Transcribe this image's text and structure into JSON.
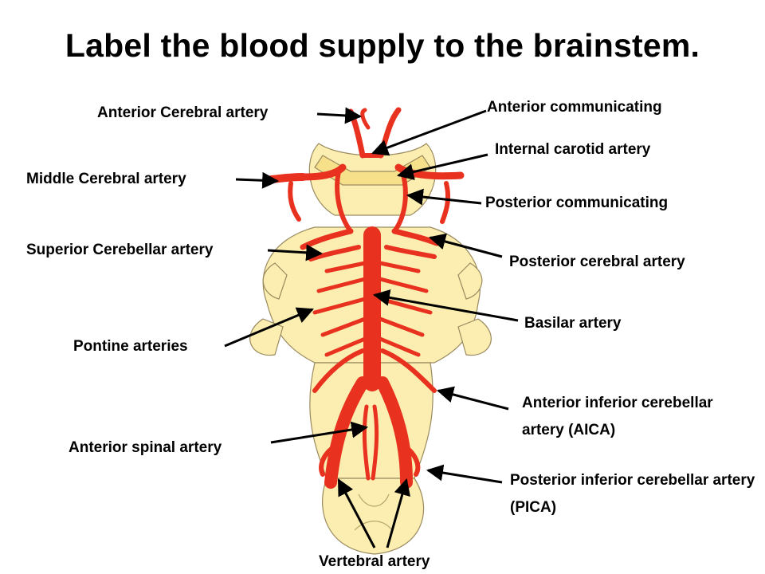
{
  "title": "Label the blood supply to the brainstem.",
  "labels": {
    "anterior_cerebral": "Anterior Cerebral artery",
    "middle_cerebral": "Middle Cerebral artery",
    "superior_cerebellar": "Superior Cerebellar artery",
    "pontine": "Pontine arteries",
    "anterior_spinal": "Anterior spinal artery",
    "vertebral": "Vertebral artery",
    "anterior_communicating": "Anterior communicating",
    "internal_carotid": "Internal carotid artery",
    "posterior_communicating": "Posterior communicating",
    "posterior_cerebral": "Posterior cerebral artery",
    "basilar": "Basilar artery",
    "aica": "Anterior inferior cerebellar artery (AICA)",
    "pica": "Posterior inferior cerebellar artery (PICA)"
  },
  "colors": {
    "artery": "#e8321f",
    "brainstem": "#fbeeb0",
    "brainstem_outline": "#9a8a60",
    "arrow": "#000000"
  }
}
